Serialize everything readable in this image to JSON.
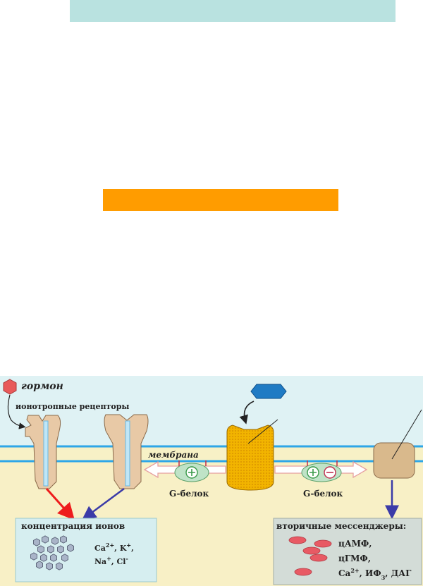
{
  "labels": {
    "hormone": "гормон",
    "ionotropic": "ионотропные рецепторы",
    "membrane": "мембрана",
    "g_protein_left": "G-белок",
    "g_protein_right": "G-белок",
    "ion_conc_title": "концентрация ионов",
    "ions_line1": [
      "Ca",
      "2+",
      ", K",
      "+",
      ","
    ],
    "ions_line2": [
      "Na",
      "+",
      ", Cl",
      "-",
      ""
    ],
    "second_messengers_title": "вторичные мессенджеры:",
    "msg_camp": "цАМФ,",
    "msg_cgmp": "цГМФ,",
    "msg_line3": [
      "Ca",
      "2+",
      ", ИФ",
      "3",
      ", ДАГ"
    ]
  },
  "colors": {
    "top_bar": "#b9e2e0",
    "orange_bar": "#ff9c00",
    "hormone": "#e85a5a",
    "ligand": "#1f7bc4",
    "channel": "#e8c9a6",
    "metabotropic": "#f0b000",
    "effector": "#d9b98c",
    "membrane_line": "#2ea6e8",
    "arrow_red": "#ee1c1c",
    "arrow_blue": "#3b3ba8",
    "messenger": "#e85a64",
    "ion": "#a9b4c8"
  }
}
